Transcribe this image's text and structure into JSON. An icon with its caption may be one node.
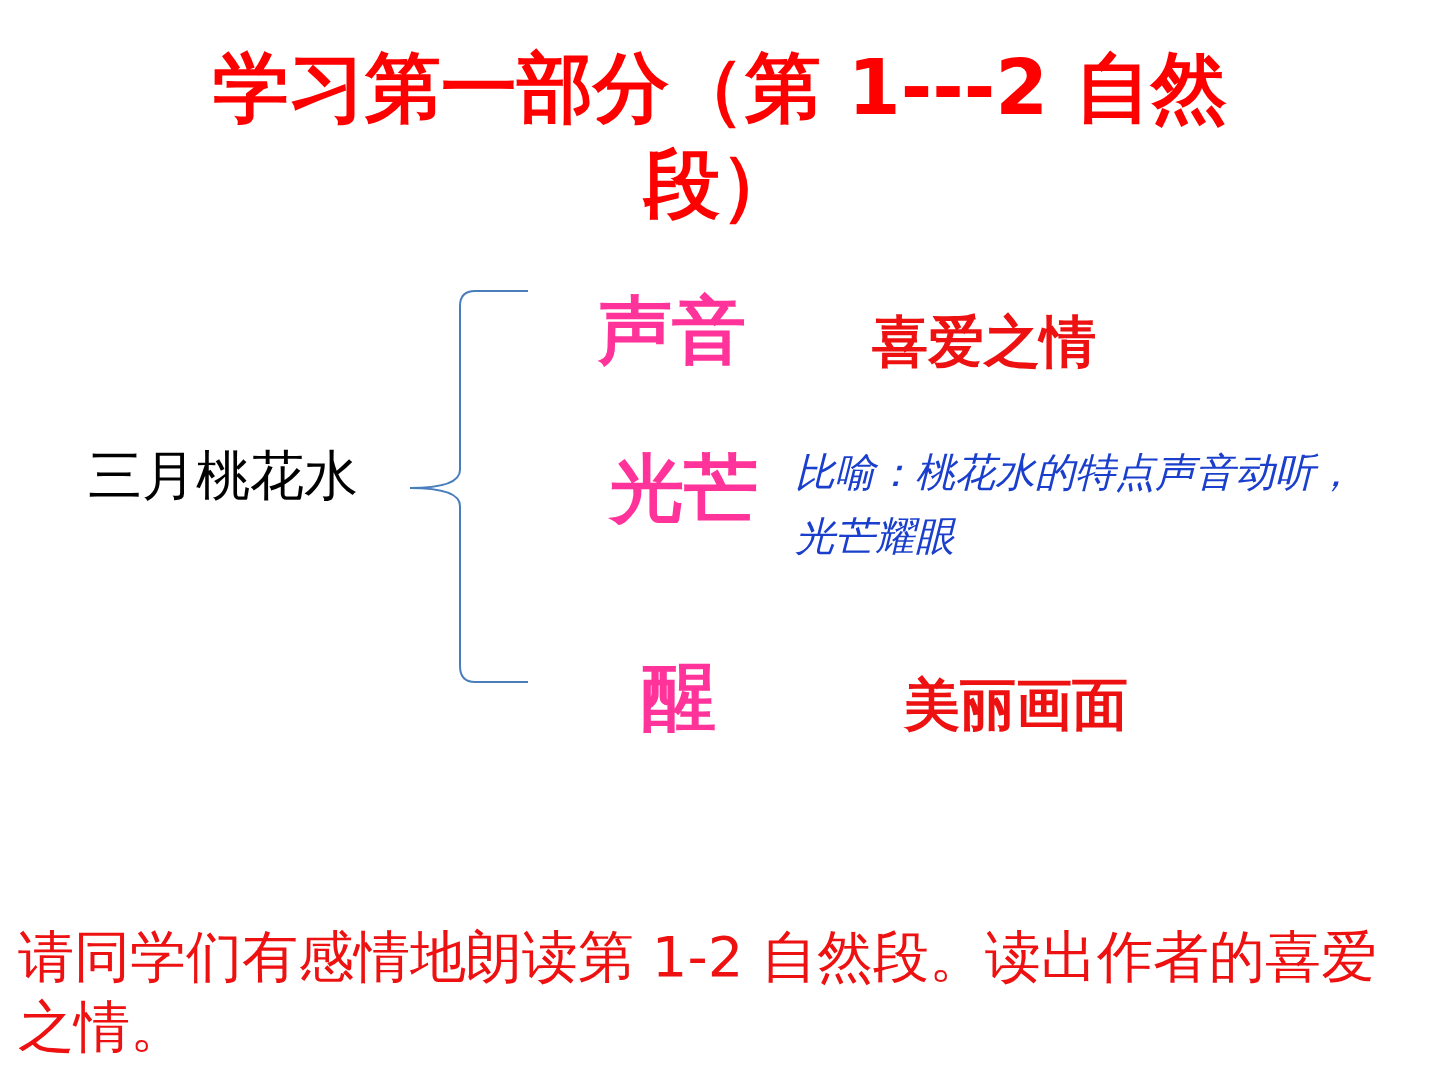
{
  "diagram": {
    "title": "学习第一部分（第 1---2 自然段）",
    "labels": [
      "声音",
      "喜爱之情",
      "三月桃花水",
      "光芒",
      "比喻：桃花水的特点声音动听，光芒耀眼",
      "醒",
      "美丽画面"
    ],
    "caption": "请同学们有感情地朗读第 1-2 自然段。读出作者的喜爱之情。"
  }
}
